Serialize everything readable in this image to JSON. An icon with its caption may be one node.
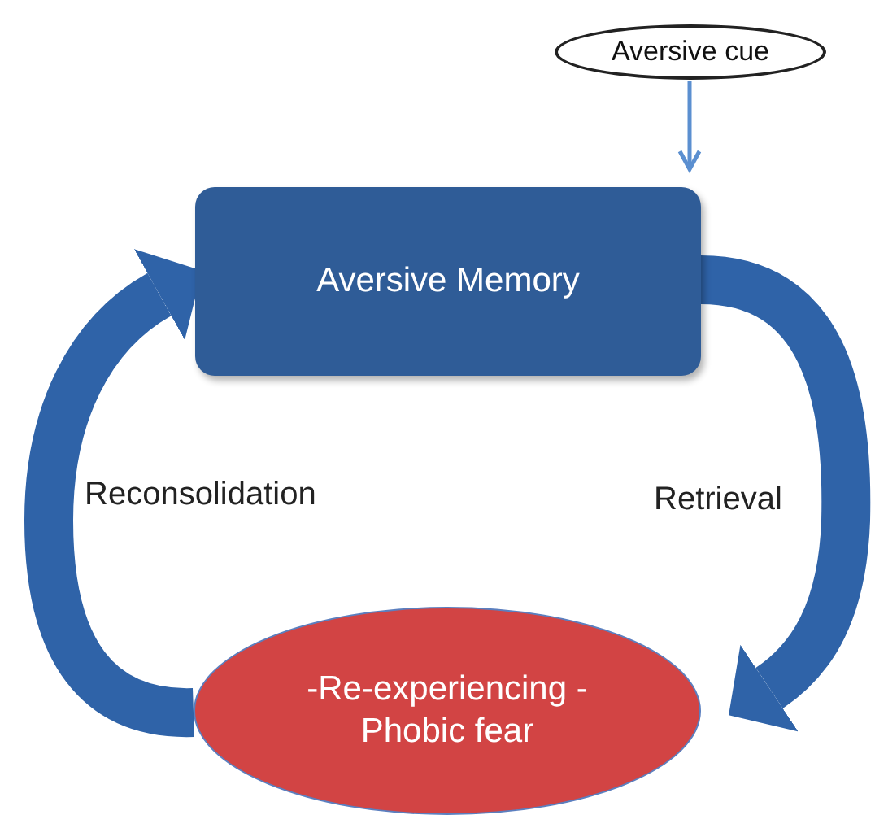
{
  "diagram": {
    "nodes": [
      {
        "text": [
          "Aversive cue"
        ]
      },
      {
        "text": [
          "Aversive Memory"
        ]
      },
      {
        "text": [
          "-Re-experiencing - Phobic fear"
        ]
      }
    ],
    "edges": [
      {
        "from": 0,
        "to": 1,
        "arrow": "to",
        "color": "#5b8fd0"
      },
      {
        "from": 1,
        "to": 2,
        "arrow": "to",
        "label": "Retrieval"
      },
      {
        "from": 2,
        "to": 1,
        "arrow": "to",
        "label": "Reconsolidation"
      }
    ]
  }
}
